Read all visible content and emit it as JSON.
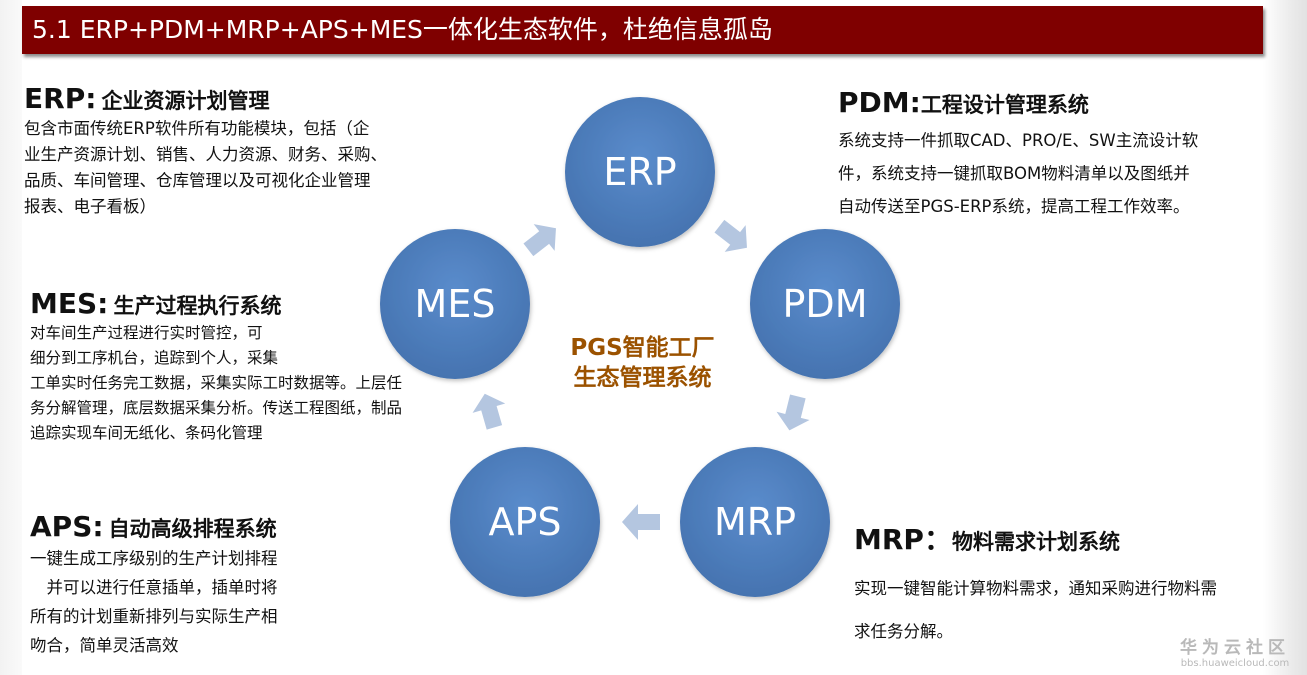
{
  "title": "5.1  ERP+PDM+MRP+APS+MES一体化生态软件，杜绝信息孤岛",
  "nodes": {
    "erp": "ERP",
    "pdm": "PDM",
    "mrp": "MRP",
    "aps": "APS",
    "mes": "MES"
  },
  "center": {
    "line1": "PGS智能工厂",
    "line2": "生态管理系统"
  },
  "erp_block": {
    "label": "ERP:",
    "subtitle": "企业资源计划管理",
    "lines": [
      "包含市面传统ERP软件所有功能模块，包括（企",
      "业生产资源计划、销售、人力资源、财务、采购、",
      "品质、车间管理、仓库管理以及可视化企业管理",
      "报表、电子看板）"
    ]
  },
  "pdm_block": {
    "label": "PDM:",
    "subtitle": "工程设计管理系统",
    "lines": [
      "系统支持一件抓取CAD、PRO/E、SW主流设计软",
      "件，系统支持一键抓取BOM物料清单以及图纸并",
      "自动传送至PGS-ERP系统，提高工程工作效率。"
    ]
  },
  "mes_block": {
    "label": "MES:",
    "subtitle": "生产过程执行系统",
    "lines": [
      "对车间生产过程进行实时管控，可",
      "细分到工序机台，追踪到个人，采集",
      "工单实时任务完工数据，采集实际工时数据等。上层任",
      "务分解管理，底层数据采集分析。传送工程图纸，制品",
      "追踪实现车间无纸化、条码化管理"
    ]
  },
  "aps_block": {
    "label": "APS:",
    "subtitle": "自动高级排程系统",
    "lines": [
      "一键生成工序级别的生产计划排程",
      "　并可以进行任意插单，插单时将",
      "所有的计划重新排列与实际生产相",
      "吻合，简单灵活高效"
    ]
  },
  "mrp_block": {
    "label": "MRP：",
    "subtitle": "物料需求计划系统",
    "lines": [
      "实现一键智能计算物料需求，通知采购进行物料需",
      "求任务分解。"
    ]
  },
  "watermark": {
    "cn": "华为云社区",
    "url": "bbs.huaweicloud.com"
  },
  "colors": {
    "title_bar": "#7f0000",
    "node_fill": "#4f7fbd",
    "arrow_fill": "#b4c6e0",
    "center_text": "#9b5200"
  }
}
